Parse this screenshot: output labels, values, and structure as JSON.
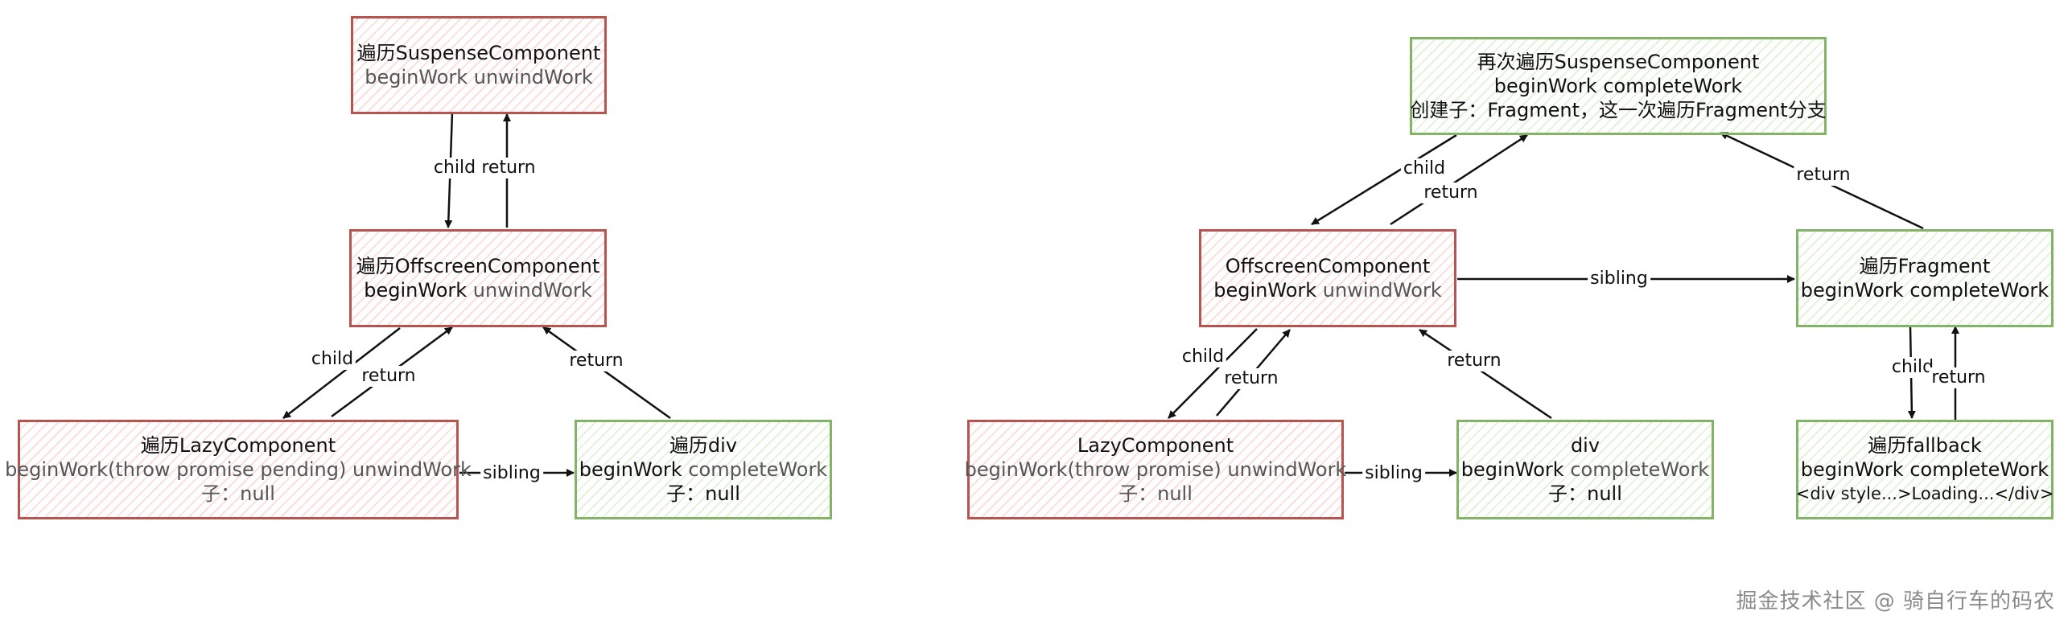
{
  "left": {
    "suspense": {
      "line1": "遍历SuspenseComponent",
      "line2": "beginWork unwindWork"
    },
    "offscreen": {
      "line1": "遍历OffscreenComponent",
      "line2a": "beginWork",
      "line2b": "unwindWork"
    },
    "lazy": {
      "line1": "遍历LazyComponent",
      "line2": "beginWork(throw promise pending) unwindWork",
      "line3": "子：null"
    },
    "div": {
      "line1": "遍历div",
      "line2a": "beginWork",
      "line2b": "completeWork",
      "line3": "子：null"
    },
    "edges": {
      "child1": "child",
      "return1": "return",
      "child2": "child",
      "return2": "return",
      "return3": "return",
      "sibling": "sibling"
    }
  },
  "right": {
    "suspense": {
      "line1": "再次遍历SuspenseComponent",
      "line2": "beginWork completeWork",
      "line3": "创建子：Fragment，这一次遍历Fragment分支"
    },
    "offscreen": {
      "line1": "OffscreenComponent",
      "line2a": "beginWork",
      "line2b": "unwindWork"
    },
    "fragment": {
      "line1": "遍历Fragment",
      "line2": "beginWork completeWork"
    },
    "lazy": {
      "line1": "LazyComponent",
      "line2": "beginWork(throw promise) unwindWork",
      "line3": "子：null"
    },
    "div": {
      "line1": "div",
      "line2a": "beginWork",
      "line2b": "completeWork",
      "line3": "子：null"
    },
    "fallback": {
      "line1": "遍历fallback",
      "line2": "beginWork completeWork",
      "line3": "<div style...>Loading...</div>"
    },
    "edges": {
      "child1": "child",
      "return1": "return",
      "return_frag": "return",
      "sibling1": "sibling",
      "child2": "child",
      "return2": "return",
      "return3": "return",
      "sibling2": "sibling",
      "child3": "child",
      "return4": "return"
    }
  },
  "watermark": "掘金技术社区 @ 骑自行车的码农"
}
